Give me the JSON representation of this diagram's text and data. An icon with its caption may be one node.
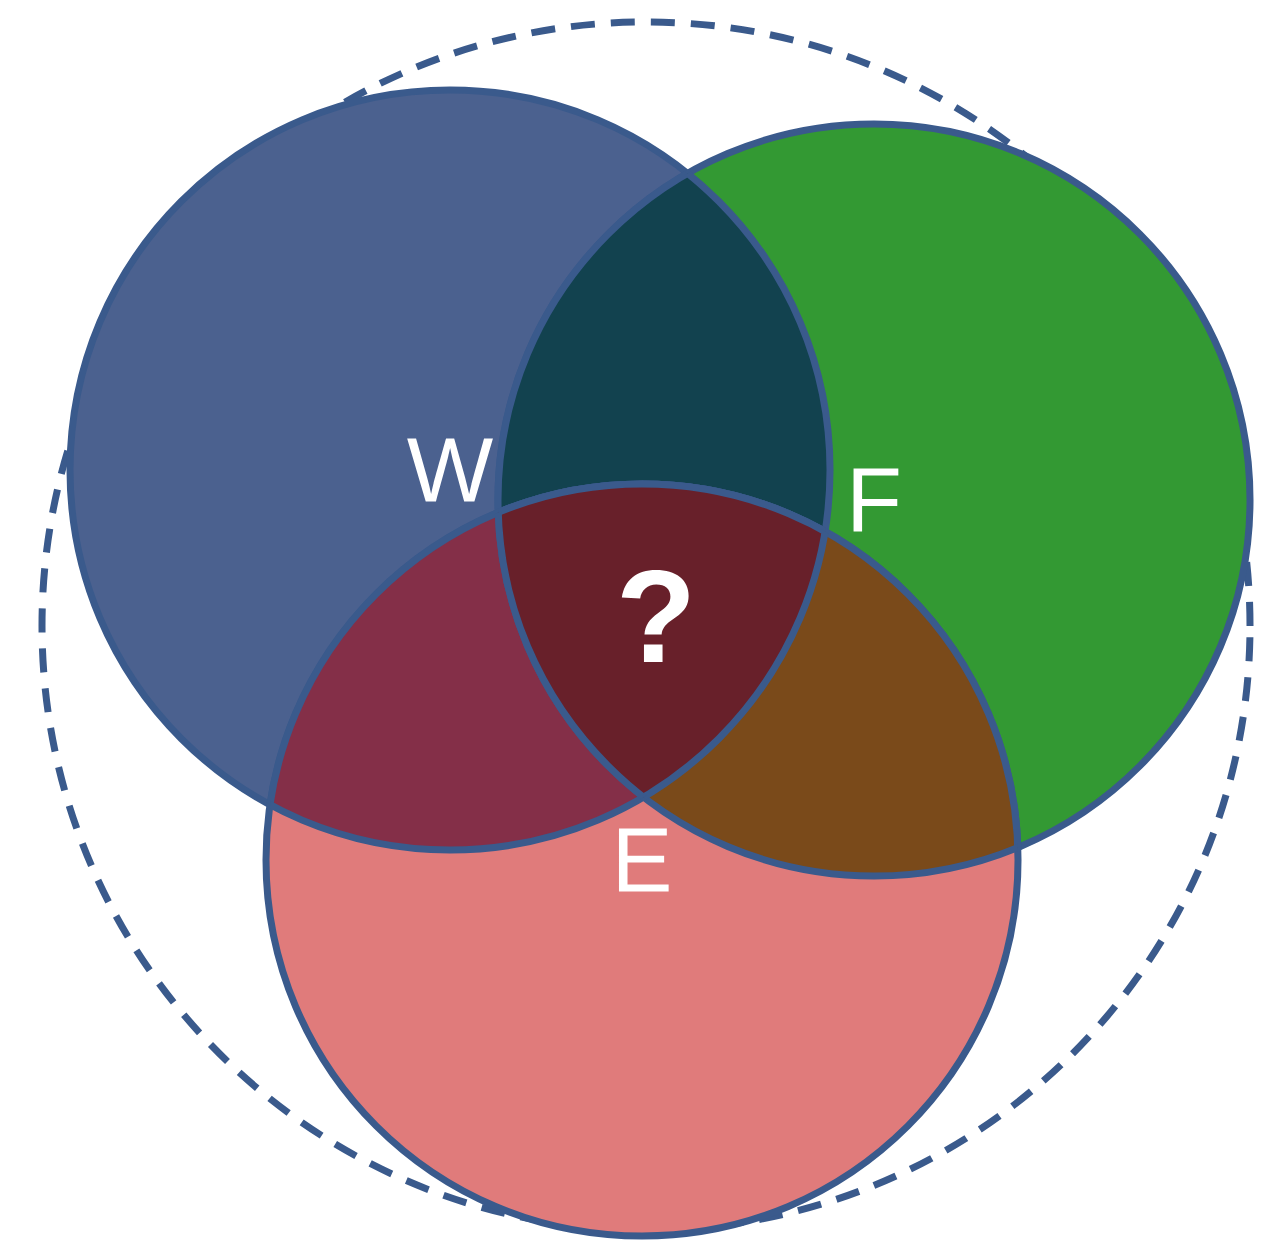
{
  "diagram": {
    "nodes": [
      {
        "text": [],
        "shape": "circle"
      },
      {
        "text": [
          "W"
        ],
        "in": 0
      },
      {
        "text": [
          "F"
        ],
        "in": 0
      },
      {
        "text": [
          "E"
        ],
        "in": 0
      }
    ],
    "labels": [
      "?"
    ]
  }
}
